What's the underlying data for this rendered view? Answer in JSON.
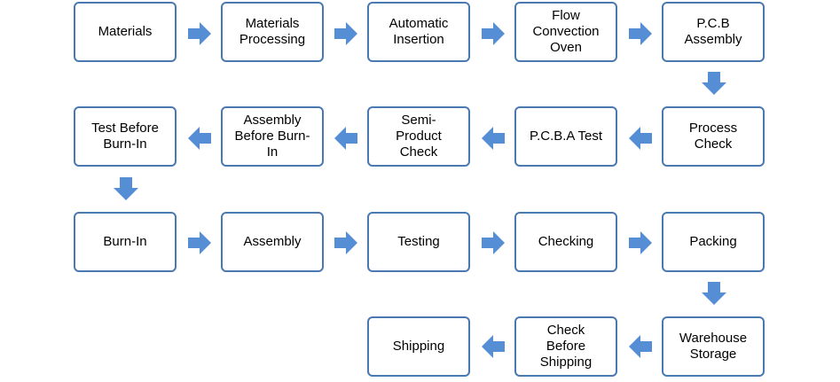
{
  "accent": "#558ed5",
  "border": "#4a78b0",
  "steps": [
    "Materials",
    "Materials\nProcessing",
    "Automatic\nInsertion",
    "Flow\nConvection\nOven",
    "P.C.B\nAssembly",
    "Process\nCheck",
    "P.C.B.A Test",
    "Semi-\nProduct\nCheck",
    "Assembly\nBefore Burn-\nIn",
    "Test  Before\nBurn-In",
    "Burn-In",
    "Assembly",
    "Testing",
    "Checking",
    "Packing",
    "Warehouse\nStorage",
    "Check\nBefore\nShipping",
    "Shipping"
  ]
}
